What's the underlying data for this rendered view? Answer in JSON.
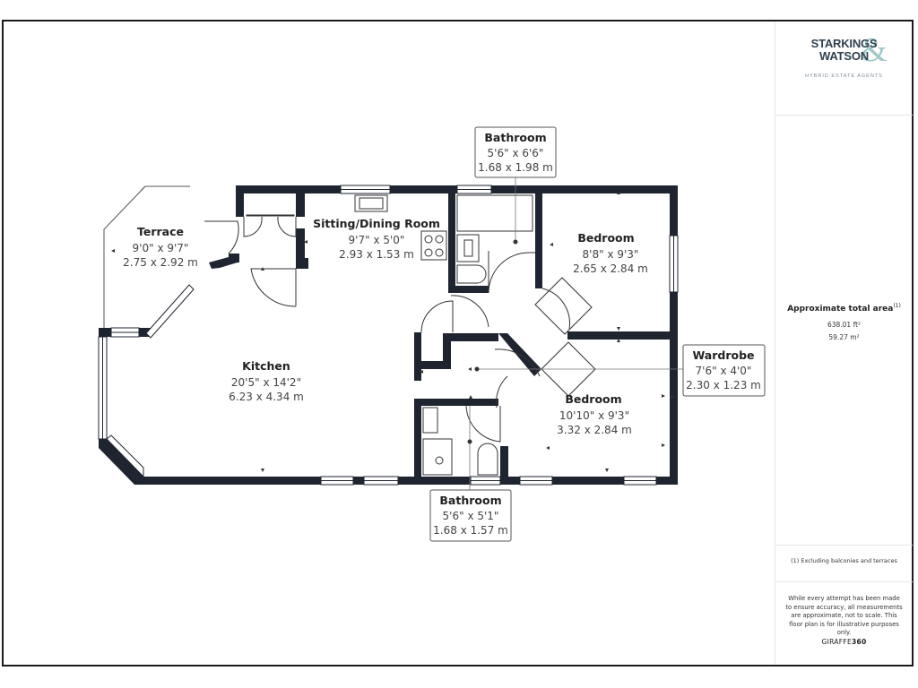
{
  "rooms": {
    "terrace": {
      "name": "Terrace",
      "dim_imperial": "9'0\" x 9'7\"",
      "dim_metric": "2.75 x 2.92 m"
    },
    "sitting": {
      "name": "Sitting/Dining Room",
      "dim_imperial": "9'7\" x 5'0\"",
      "dim_metric": "2.93 x 1.53 m"
    },
    "bathroom_top": {
      "name": "Bathroom",
      "dim_imperial": "5'6\" x 6'6\"",
      "dim_metric": "1.68 x 1.98 m"
    },
    "bedroom_top": {
      "name": "Bedroom",
      "dim_imperial": "8'8\" x 9'3\"",
      "dim_metric": "2.65 x 2.84 m"
    },
    "kitchen": {
      "name": "Kitchen",
      "dim_imperial": "20'5\" x 14'2\"",
      "dim_metric": "6.23 x 4.34 m"
    },
    "wardrobe": {
      "name": "Wardrobe",
      "dim_imperial": "7'6\" x 4'0\"",
      "dim_metric": "2.30 x 1.23 m"
    },
    "bedroom_bottom": {
      "name": "Bedroom",
      "dim_imperial": "10'10\" x 9'3\"",
      "dim_metric": "3.32 x 2.84 m"
    },
    "bathroom_bottom": {
      "name": "Bathroom",
      "dim_imperial": "5'6\" x 5'1\"",
      "dim_metric": "1.68 x 1.57 m"
    }
  },
  "sidebar": {
    "logo_line1": "STARKINGS",
    "logo_line2": "WATSON",
    "logo_amp": "&",
    "logo_tagline": "HYBRID ESTATE AGENTS",
    "area_title": "Approximate total area",
    "area_footnote_mark": "(1)",
    "area_sqft": "638.01 ft²",
    "area_sqm": "59.27 m²",
    "note": "(1) Excluding balconies and terraces",
    "disclaimer": "While every attempt has been made to ensure accuracy, all measurements are approximate, not to scale. This floor plan is for illustrative purposes only.",
    "brand_prefix": "GIRAFFE",
    "brand_suffix": "360"
  },
  "colors": {
    "wall": "#1f2530",
    "text": "#333333",
    "logo_text": "#2f4250",
    "logo_accent": "#7fb6b4"
  }
}
